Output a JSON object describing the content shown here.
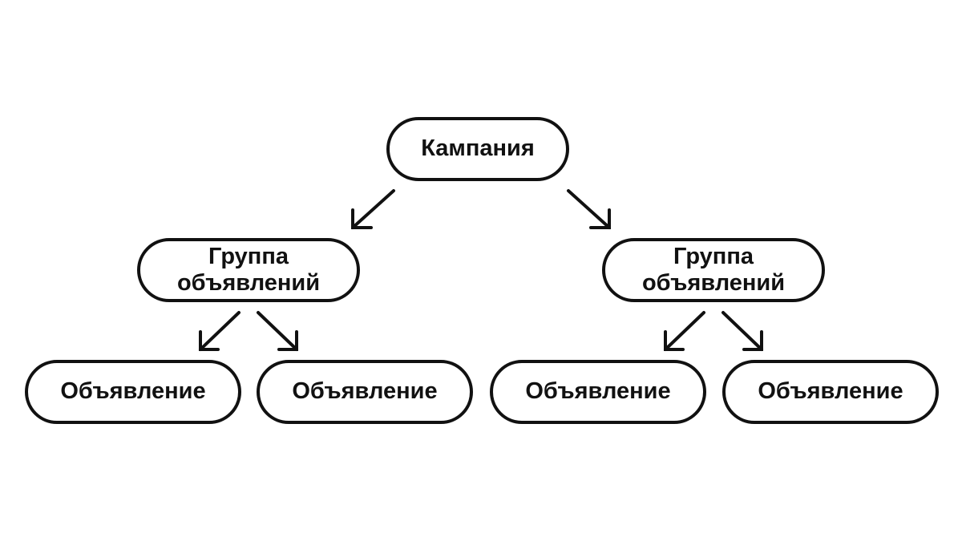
{
  "diagram": {
    "root": {
      "label": "Кампания"
    },
    "groups": [
      {
        "label_line1": "Группа",
        "label_line2": "объявлений"
      },
      {
        "label_line1": "Группа",
        "label_line2": "объявлений"
      }
    ],
    "ads": [
      {
        "label": "Объявление"
      },
      {
        "label": "Объявление"
      },
      {
        "label": "Объявление"
      },
      {
        "label": "Объявление"
      }
    ],
    "colors": {
      "stroke": "#111111",
      "background": "#ffffff"
    }
  }
}
